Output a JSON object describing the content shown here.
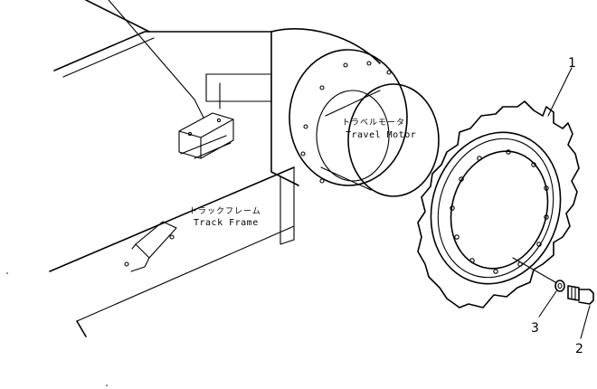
{
  "parts": {
    "travel_motor": {
      "label_jp": "トラベルモータ",
      "label_en": "Travel Motor"
    },
    "track_frame": {
      "label_jp": "トラックフレーム",
      "label_en": "Track Frame"
    }
  },
  "callouts": [
    {
      "number": "1",
      "part": "sprocket"
    },
    {
      "number": "2",
      "part": "bolt"
    },
    {
      "number": "3",
      "part": "washer"
    }
  ],
  "colors": {
    "ink": "#000000",
    "paper": "#ffffff"
  }
}
